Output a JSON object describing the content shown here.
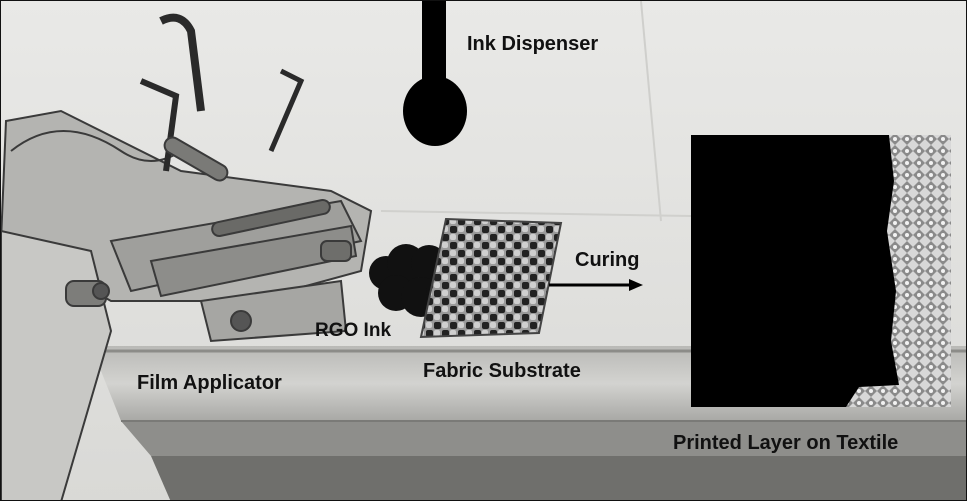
{
  "figure": {
    "labels": {
      "ink_dispenser": "Ink Dispenser",
      "curing": "Curing",
      "rgo_ink": "RGO Ink",
      "fabric_substrate": "Fabric Substrate",
      "film_applicator": "Film Applicator",
      "printed_layer": "Printed Layer on Textile"
    },
    "colors": {
      "background_wall": "#e6e6e4",
      "table_wood": "#c9c9c6",
      "table_edge": "#9e9e9b",
      "dispenser": "#000000",
      "ink_blob": "#111111",
      "printed_layer": "#000000",
      "arrow": "#000000"
    },
    "icons": {
      "dispenser": "dispenser-drop-icon",
      "ink": "ink-cloud-icon",
      "fabric": "woven-fabric-icon",
      "arrow": "right-arrow-icon"
    }
  }
}
